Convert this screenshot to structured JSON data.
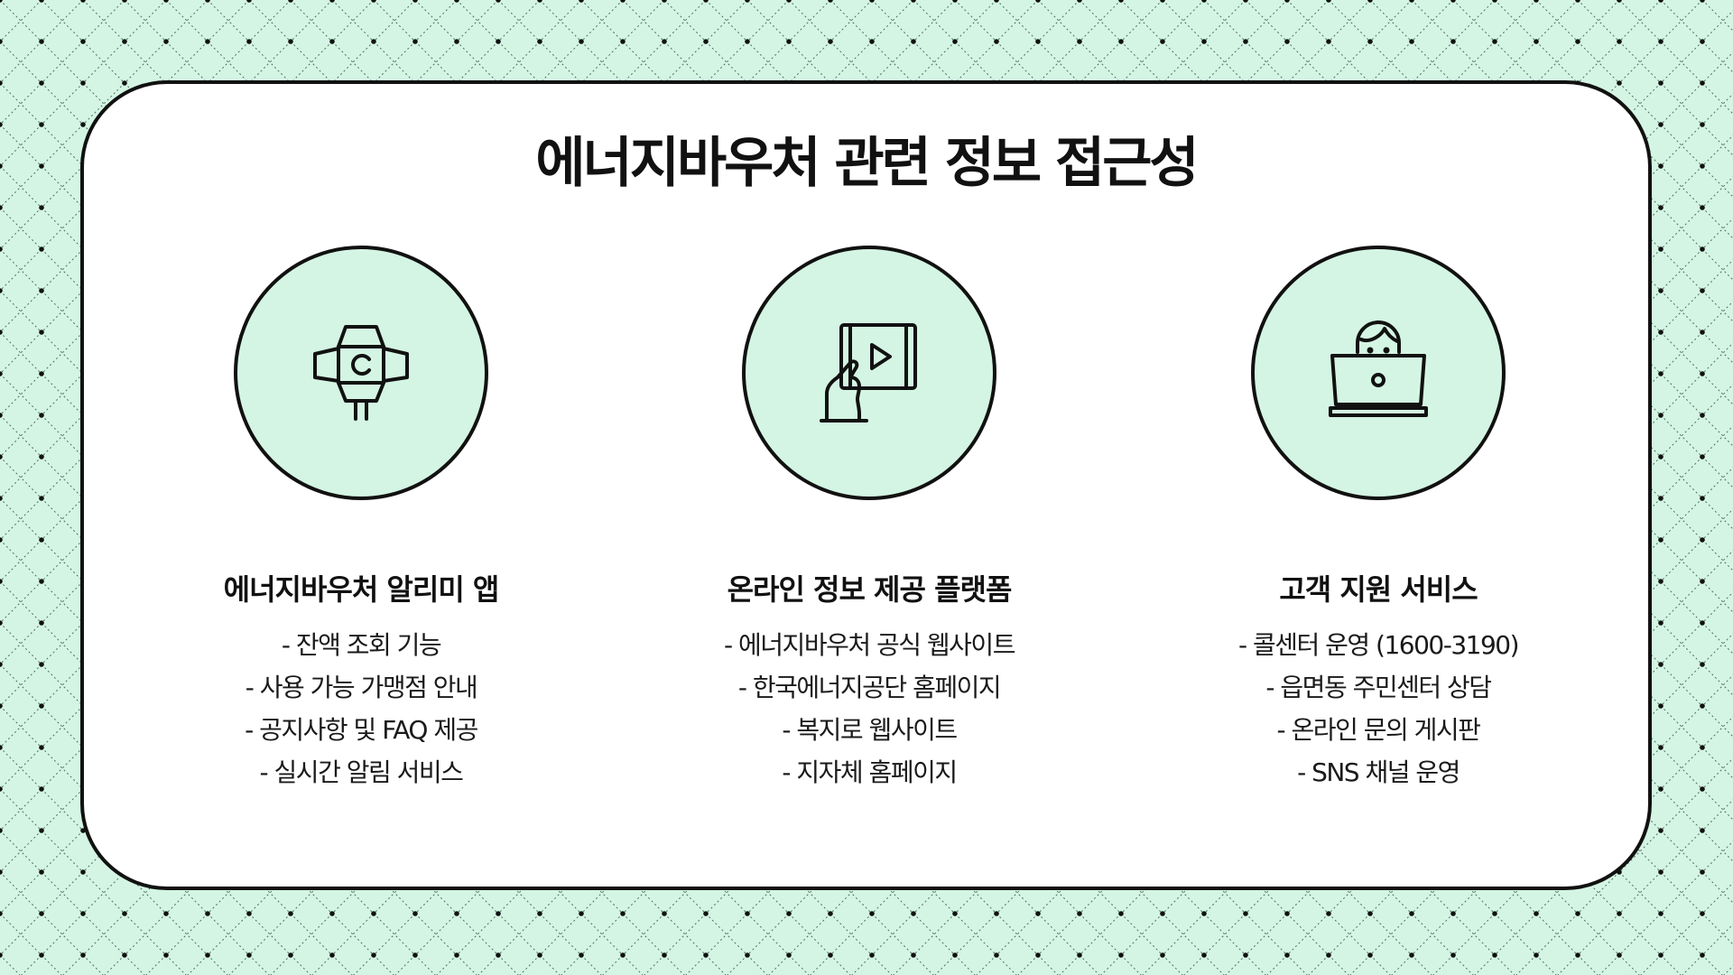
{
  "slide": {
    "title": "에너지바우처 관련 정보 접근성",
    "colors": {
      "background": "#d4f5e3",
      "card": "#ffffff",
      "icon_circle": "#d4f5e3",
      "outline": "#111111"
    },
    "features": [
      {
        "icon": "spotlight-icon",
        "title": "에너지바우처 알리미 앱",
        "items": [
          "- 잔액 조회 기능",
          "- 사용 가능 가맹점 안내",
          "- 공지사항 및 FAQ 제공",
          "- 실시간 알림 서비스"
        ]
      },
      {
        "icon": "tablet-video-icon",
        "title": "온라인 정보 제공 플랫폼",
        "items": [
          "- 에너지바우처 공식 웹사이트",
          "- 한국에너지공단 홈페이지",
          "- 복지로 웹사이트",
          "- 지자체 홈페이지"
        ]
      },
      {
        "icon": "laptop-support-icon",
        "title": "고객 지원 서비스",
        "items": [
          "- 콜센터 운영 (1600-3190)",
          "- 읍면동 주민센터 상담",
          "- 온라인 문의 게시판",
          "- SNS 채널 운영"
        ]
      }
    ]
  }
}
